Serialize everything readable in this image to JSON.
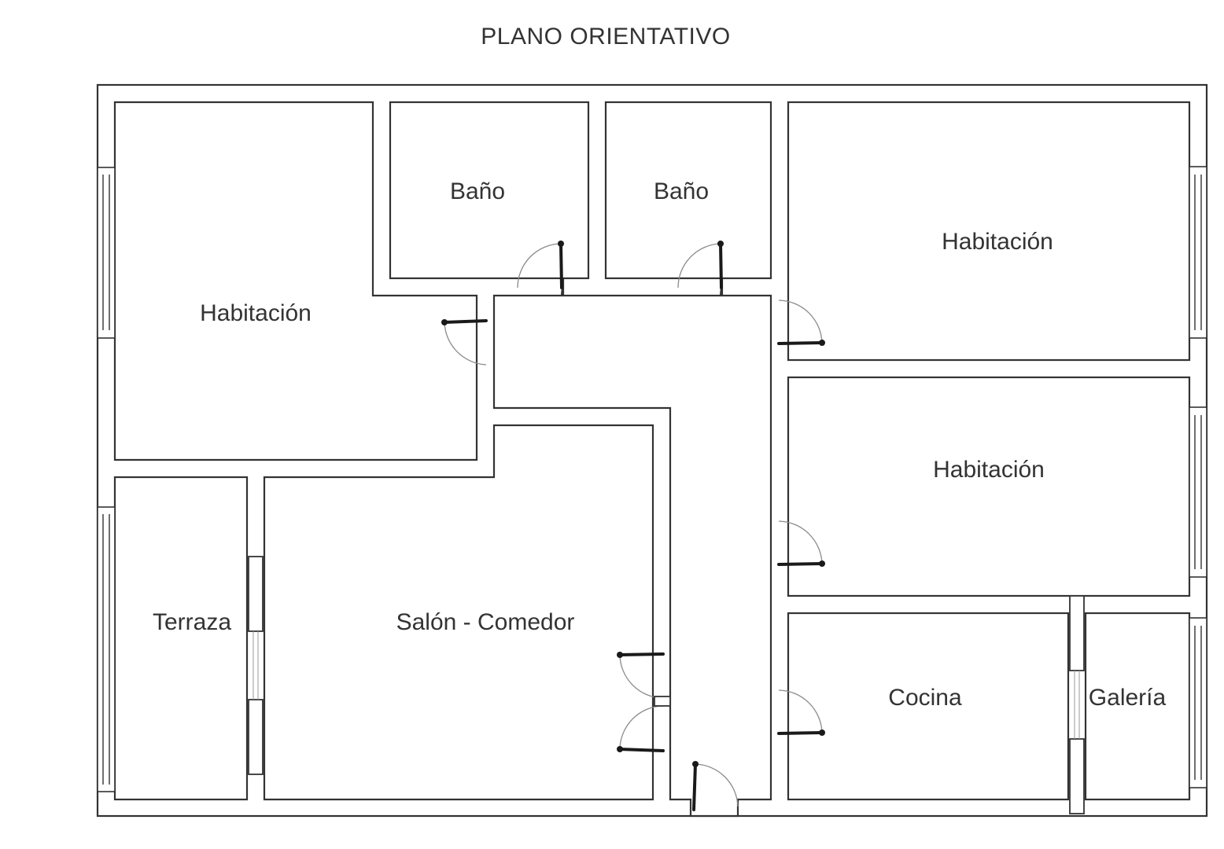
{
  "title": "PLANO ORIENTATIVO",
  "rooms": {
    "habitacion_left": "Habitación",
    "bano_1": "Baño",
    "bano_2": "Baño",
    "habitacion_top_right": "Habitación",
    "habitacion_mid_right": "Habitación",
    "terraza": "Terraza",
    "salon_comedor": "Salón - Comedor",
    "cocina": "Cocina",
    "galeria": "Galería"
  },
  "colors": {
    "wall_stroke": "#333333",
    "background": "#ffffff",
    "door_leaf": "#1a1a1a"
  }
}
